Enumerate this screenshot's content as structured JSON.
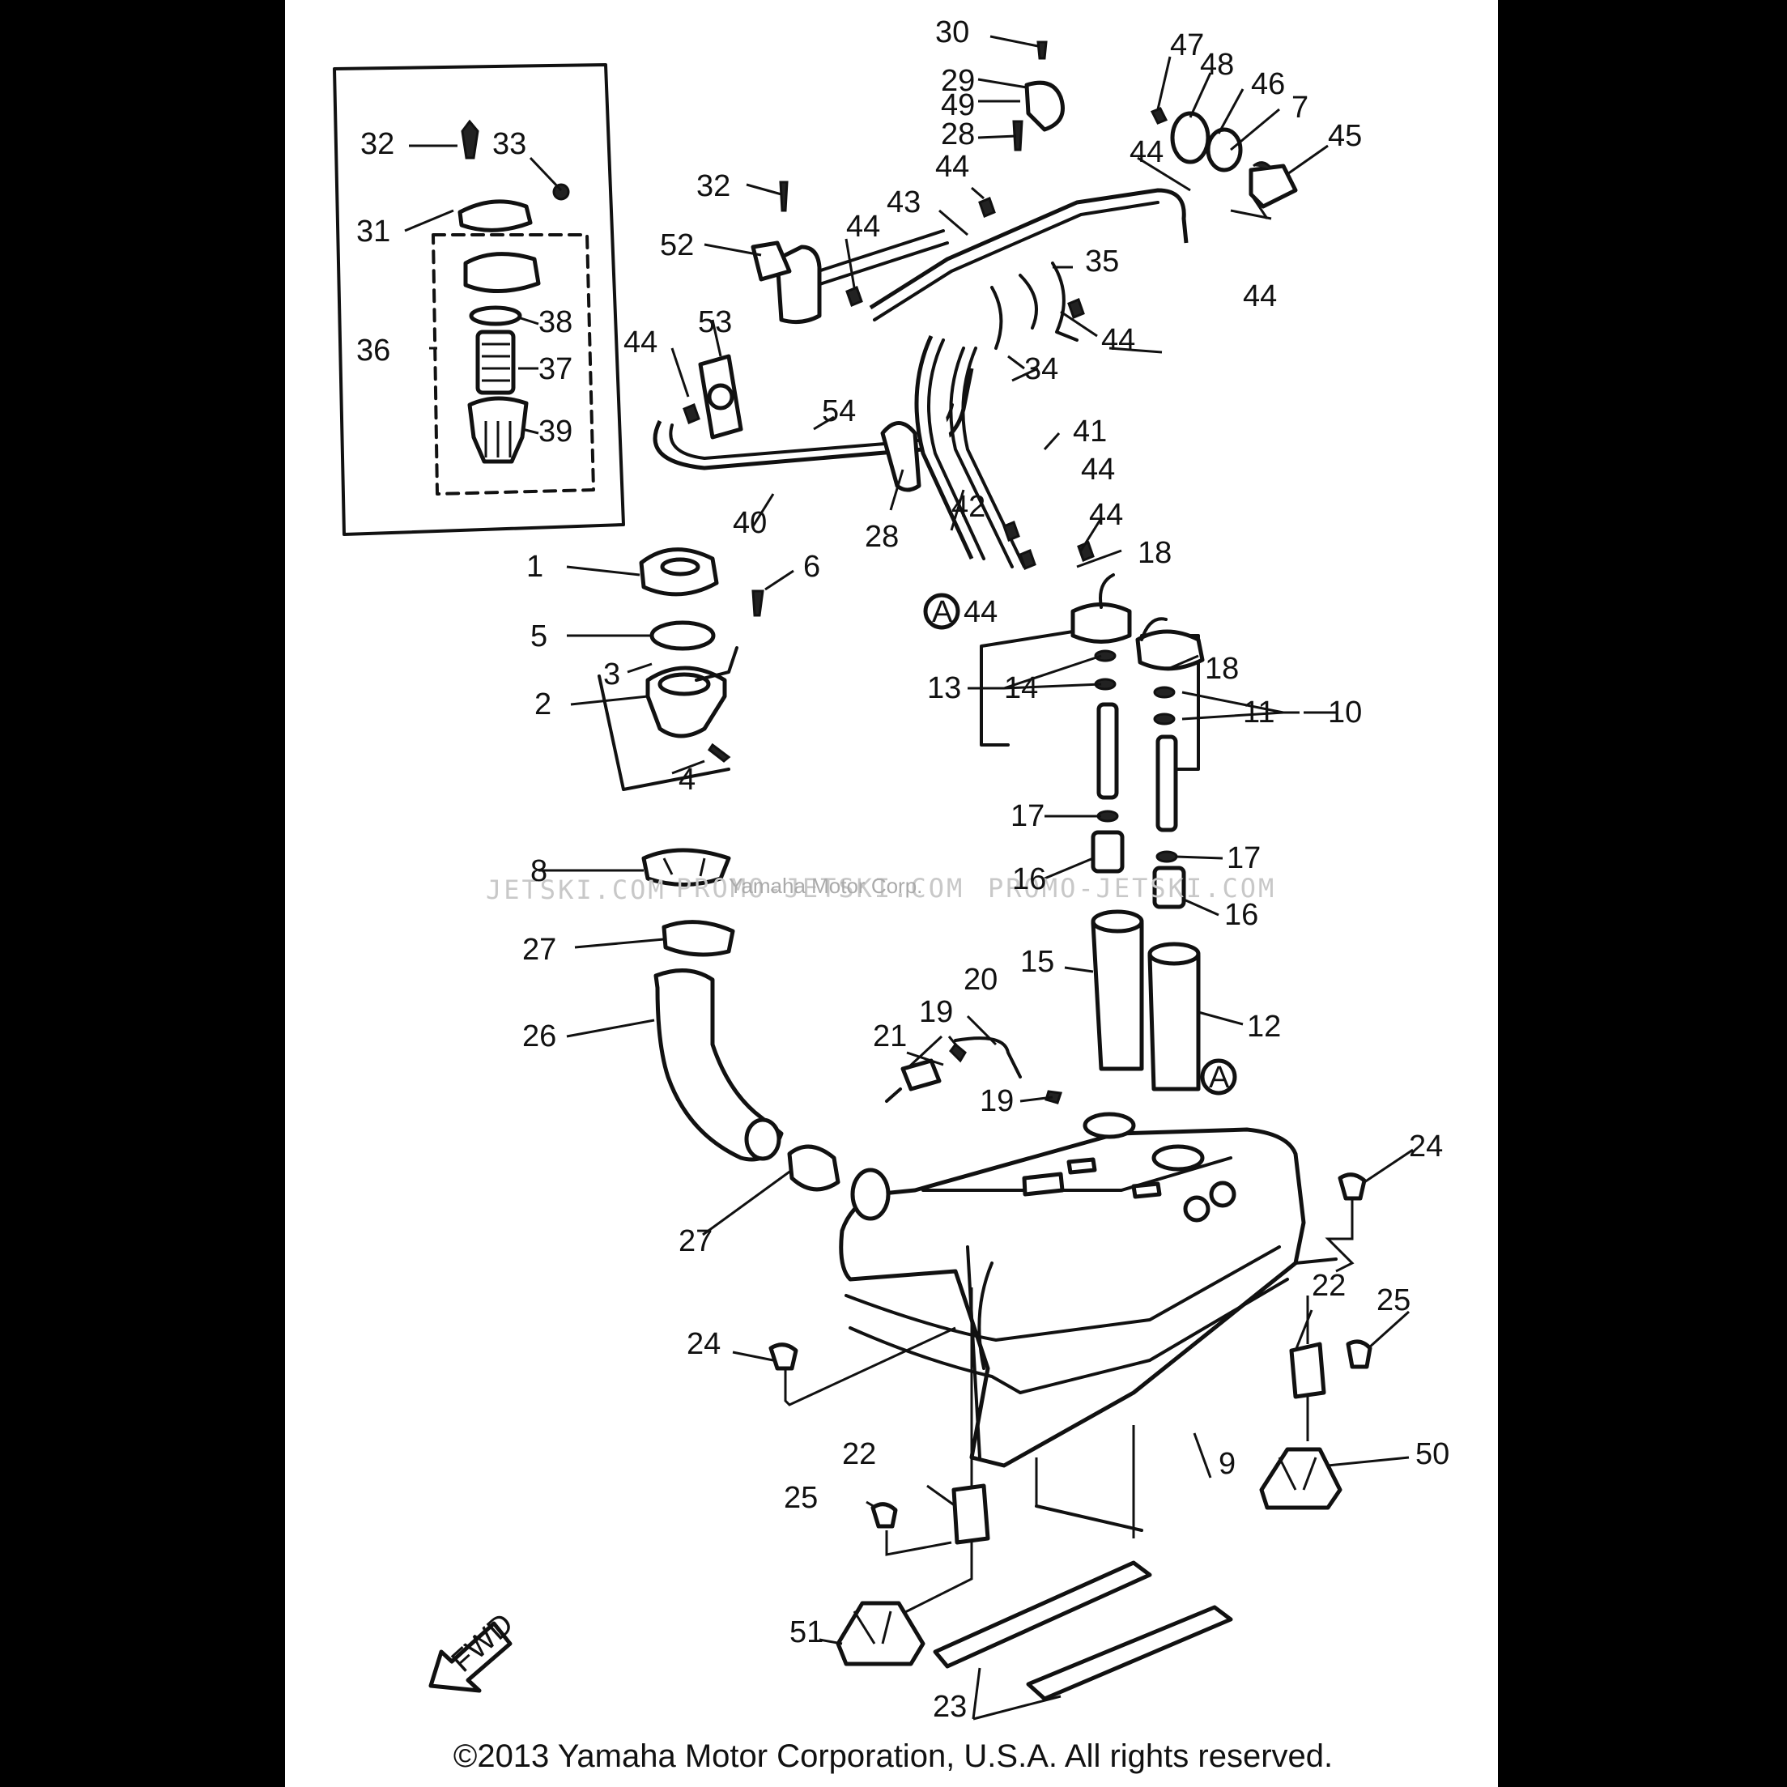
{
  "watermark": {
    "left": "JETSKI.COM",
    "mid": "PROMO-JETSKI.COM",
    "center": "Yamaha Motor Corp.",
    "right": "PROMO-JETSKI.COM"
  },
  "copyright": "©2013 Yamaha Motor Corporation, U.S.A. All rights reserved.",
  "fwd_label": "FWD",
  "ref_marker": "A",
  "callouts": [
    {
      "text": "30"
    },
    {
      "text": "29"
    },
    {
      "text": "49"
    },
    {
      "text": "28"
    },
    {
      "text": "47"
    },
    {
      "text": "48"
    },
    {
      "text": "46"
    },
    {
      "text": "7"
    },
    {
      "text": "45"
    },
    {
      "text": "44"
    },
    {
      "text": "44"
    },
    {
      "text": "43"
    },
    {
      "text": "44"
    },
    {
      "text": "32"
    },
    {
      "text": "52"
    },
    {
      "text": "35"
    },
    {
      "text": "44"
    },
    {
      "text": "44"
    },
    {
      "text": "32"
    },
    {
      "text": "33"
    },
    {
      "text": "31"
    },
    {
      "text": "38"
    },
    {
      "text": "36"
    },
    {
      "text": "37"
    },
    {
      "text": "39"
    },
    {
      "text": "44"
    },
    {
      "text": "53"
    },
    {
      "text": "54"
    },
    {
      "text": "34"
    },
    {
      "text": "41"
    },
    {
      "text": "44"
    },
    {
      "text": "42"
    },
    {
      "text": "28"
    },
    {
      "text": "40"
    },
    {
      "text": "44"
    },
    {
      "text": "18"
    },
    {
      "text": "1"
    },
    {
      "text": "6"
    },
    {
      "text": "44"
    },
    {
      "text": "5"
    },
    {
      "text": "3"
    },
    {
      "text": "2"
    },
    {
      "text": "4"
    },
    {
      "text": "18"
    },
    {
      "text": "13"
    },
    {
      "text": "14"
    },
    {
      "text": "11"
    },
    {
      "text": "10"
    },
    {
      "text": "17"
    },
    {
      "text": "17"
    },
    {
      "text": "8"
    },
    {
      "text": "16"
    },
    {
      "text": "16"
    },
    {
      "text": "27"
    },
    {
      "text": "15"
    },
    {
      "text": "20"
    },
    {
      "text": "26"
    },
    {
      "text": "12"
    },
    {
      "text": "19"
    },
    {
      "text": "21"
    },
    {
      "text": "19"
    },
    {
      "text": "24"
    },
    {
      "text": "27"
    },
    {
      "text": "22"
    },
    {
      "text": "25"
    },
    {
      "text": "24"
    },
    {
      "text": "9"
    },
    {
      "text": "50"
    },
    {
      "text": "22"
    },
    {
      "text": "25"
    },
    {
      "text": "51"
    },
    {
      "text": "23"
    }
  ]
}
